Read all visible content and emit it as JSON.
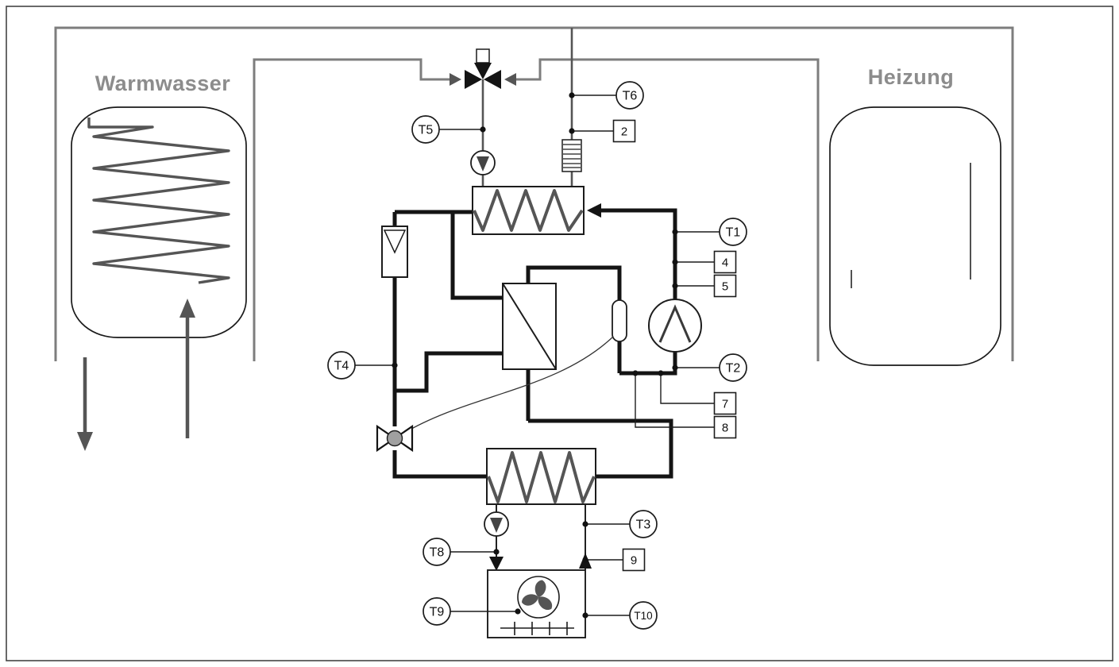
{
  "diagram": {
    "left_label": "Warmwasser",
    "right_label": "Heizung",
    "sensors": {
      "t1": "T1",
      "t2": "T2",
      "t3": "T3",
      "t4": "T4",
      "t5": "T5",
      "t6": "T6",
      "t8": "T8",
      "t9": "T9",
      "t10": "T10"
    },
    "io_boxes": {
      "b2": "2",
      "b4": "4",
      "b5": "5",
      "b7": "7",
      "b8": "8",
      "b9": "9"
    },
    "colors": {
      "pipe_gray": "#7d7d7d",
      "pipe_dark": "#555555",
      "refrigerant_black": "#141414",
      "label_gray": "#8c8c8c",
      "bulb_gray": "#a0a0a0"
    }
  }
}
